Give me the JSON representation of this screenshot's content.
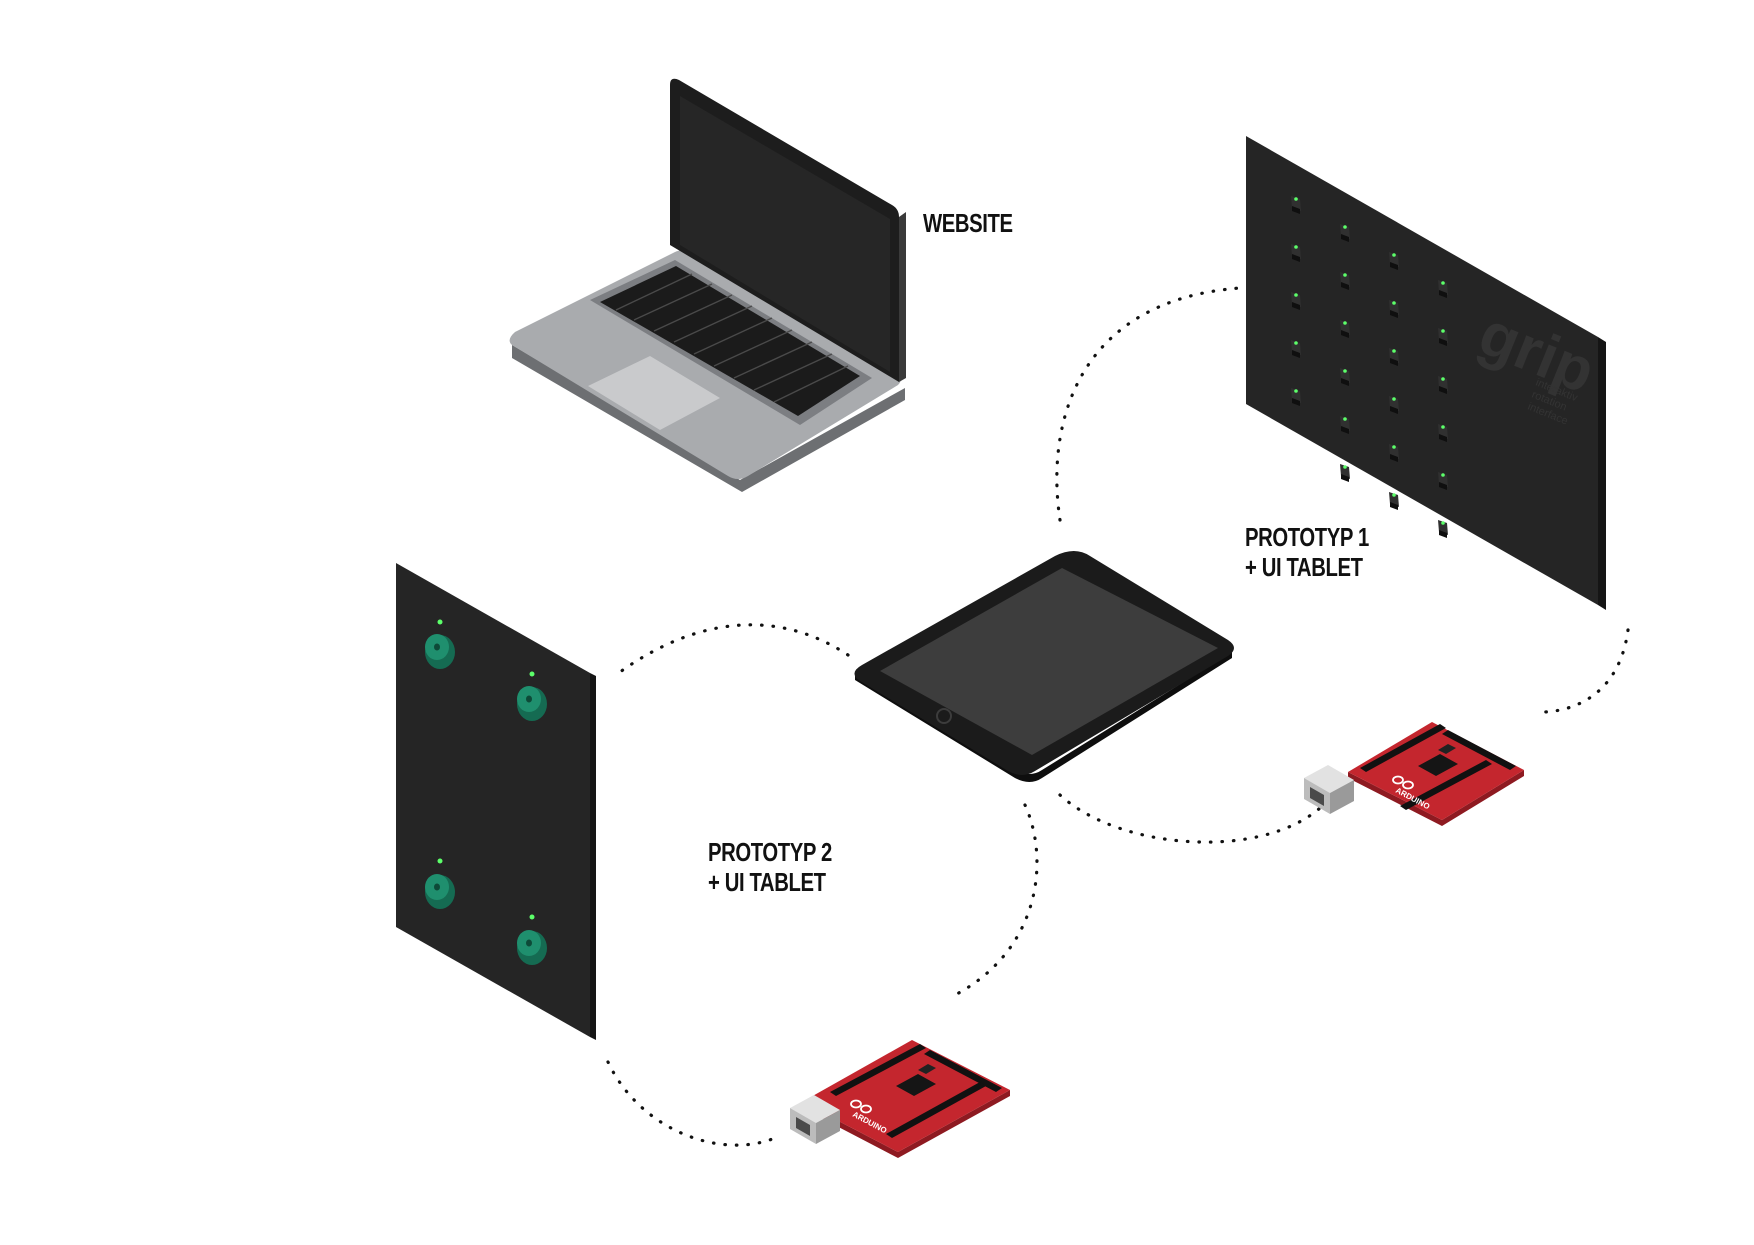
{
  "labels": {
    "website": "WEBSITE",
    "prototype1_line1": "PROTOTYP 1",
    "prototype1_line2": "+ UI TABLET",
    "prototype2_line1": "PROTOTYP 2",
    "prototype2_line2": "+ UI TABLET"
  },
  "panel_logo": {
    "text": "grip",
    "subtext": [
      "interaktiv",
      "rotation",
      "interface"
    ]
  },
  "arduino_brand": "ARDUINO",
  "icons": {
    "laptop": "laptop-icon",
    "tablet": "tablet-icon",
    "panel_large": "sensor-panel-icon",
    "panel_small": "knob-panel-icon",
    "arduino": "arduino-board-icon"
  },
  "colors": {
    "panel": "#252525",
    "panel_side": "#151515",
    "board": "#c4262e",
    "board_dark": "#8e1a21",
    "knob": "#1f8f6e",
    "led": "#5cff6a",
    "laptop_body": "#a9abae",
    "screen": "#262626",
    "connector": "#111111"
  }
}
